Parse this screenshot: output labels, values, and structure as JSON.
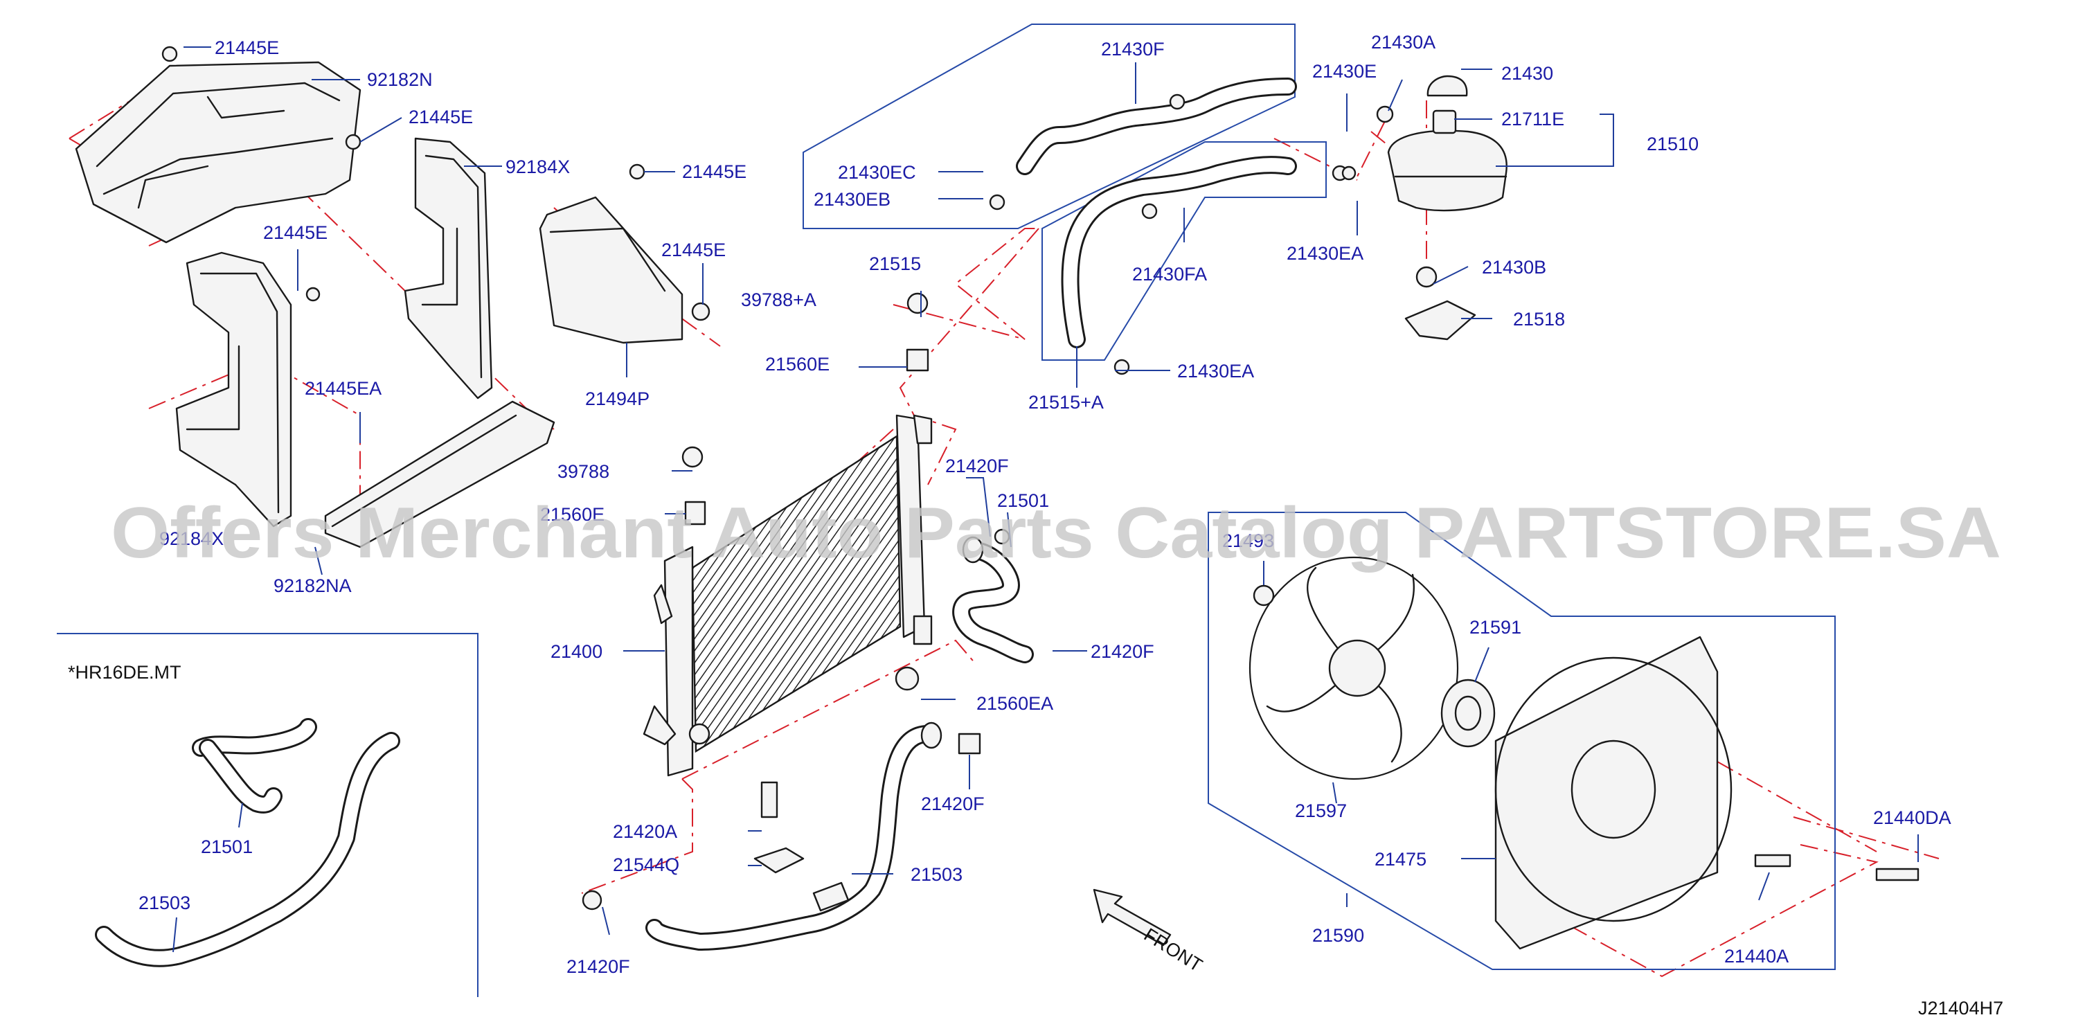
{
  "diagram": {
    "code": "J21404H7",
    "watermark": "Offers Merchant Auto Parts Catalog PARTSTORE.SA",
    "variant_note": "*HR16DE.MT",
    "front_label": "FRONT",
    "colors": {
      "label": "#1a1aa6",
      "leader": "#1f3d9c",
      "phantom": "#d8202a",
      "outline": "#1a1a1a"
    }
  },
  "labels": {
    "p21445E_a": "21445E",
    "p92182N": "92182N",
    "p21445E_b": "21445E",
    "p92184X": "92184X",
    "p21445E_c": "21445E",
    "p21445E_d": "21445E",
    "p21445E_e": "21445E",
    "p21445EA": "21445EA",
    "p92184XL": "92184X",
    "p92182NA": "92182NA",
    "p21494P": "21494P",
    "p21430F": "21430F",
    "p21430EC": "21430EC",
    "p21430EB": "21430EB",
    "p21515": "21515",
    "p21430FA": "21430FA",
    "p21515A": "21515+A",
    "p21430EA_a": "21430EA",
    "p21430EA_b": "21430EA",
    "p21430E": "21430E",
    "p21430A": "21430A",
    "p21430": "21430",
    "p21711E": "21711E",
    "p21510": "21510",
    "p21430B": "21430B",
    "p21518": "21518",
    "p39788A": "39788+A",
    "p21560E_a": "21560E",
    "p39788": "39788",
    "p21560E_b": "21560E",
    "p21400": "21400",
    "p21420F_a": "21420F",
    "p21501": "21501",
    "p21420F_b": "21420F",
    "p21560EA": "21560EA",
    "p21420F_c": "21420F",
    "p21420A": "21420A",
    "p21544Q": "21544Q",
    "p21503": "21503",
    "p21420F_d": "21420F",
    "p21493": "21493",
    "p21591": "21591",
    "p21597": "21597",
    "p21475": "21475",
    "p21590": "21590",
    "p21440DA": "21440DA",
    "p21440A": "21440A",
    "inset21501": "21501",
    "inset21503": "21503"
  }
}
